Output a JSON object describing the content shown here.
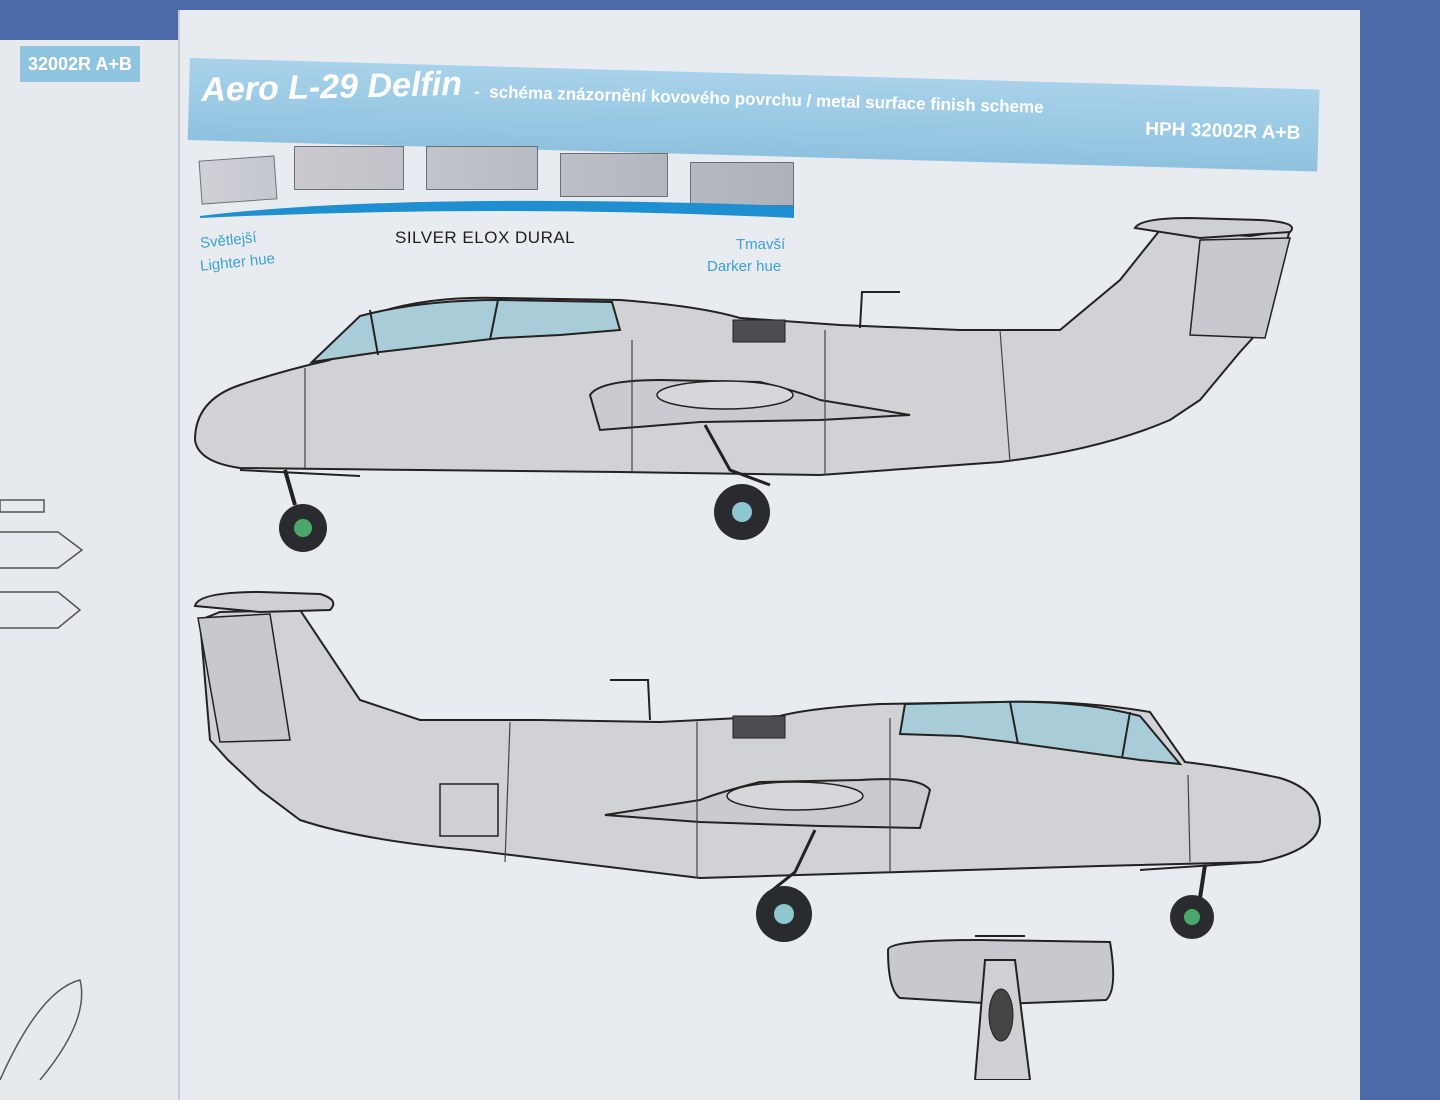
{
  "left_page": {
    "banner_text": "32002R A+B"
  },
  "header": {
    "title": "Aero L-29 Delfin",
    "separator": "-",
    "subtitle": "schéma znázornění kovového povrchu / metal surface finish scheme",
    "code": "HPH 32002R A+B"
  },
  "legend": {
    "lighter_cz": "Světlejší",
    "lighter_en": "Lighter hue",
    "center": "SILVER ELOX DURAL",
    "darker_cz": "Tmavší",
    "darker_en": "Darker hue"
  },
  "colors": {
    "banner": "#8fc2df",
    "hue_blue": "#1e8fd0",
    "metal_light": "#d3d3d6",
    "canopy": "#a9cdd8",
    "background": "#4d6aa8"
  }
}
